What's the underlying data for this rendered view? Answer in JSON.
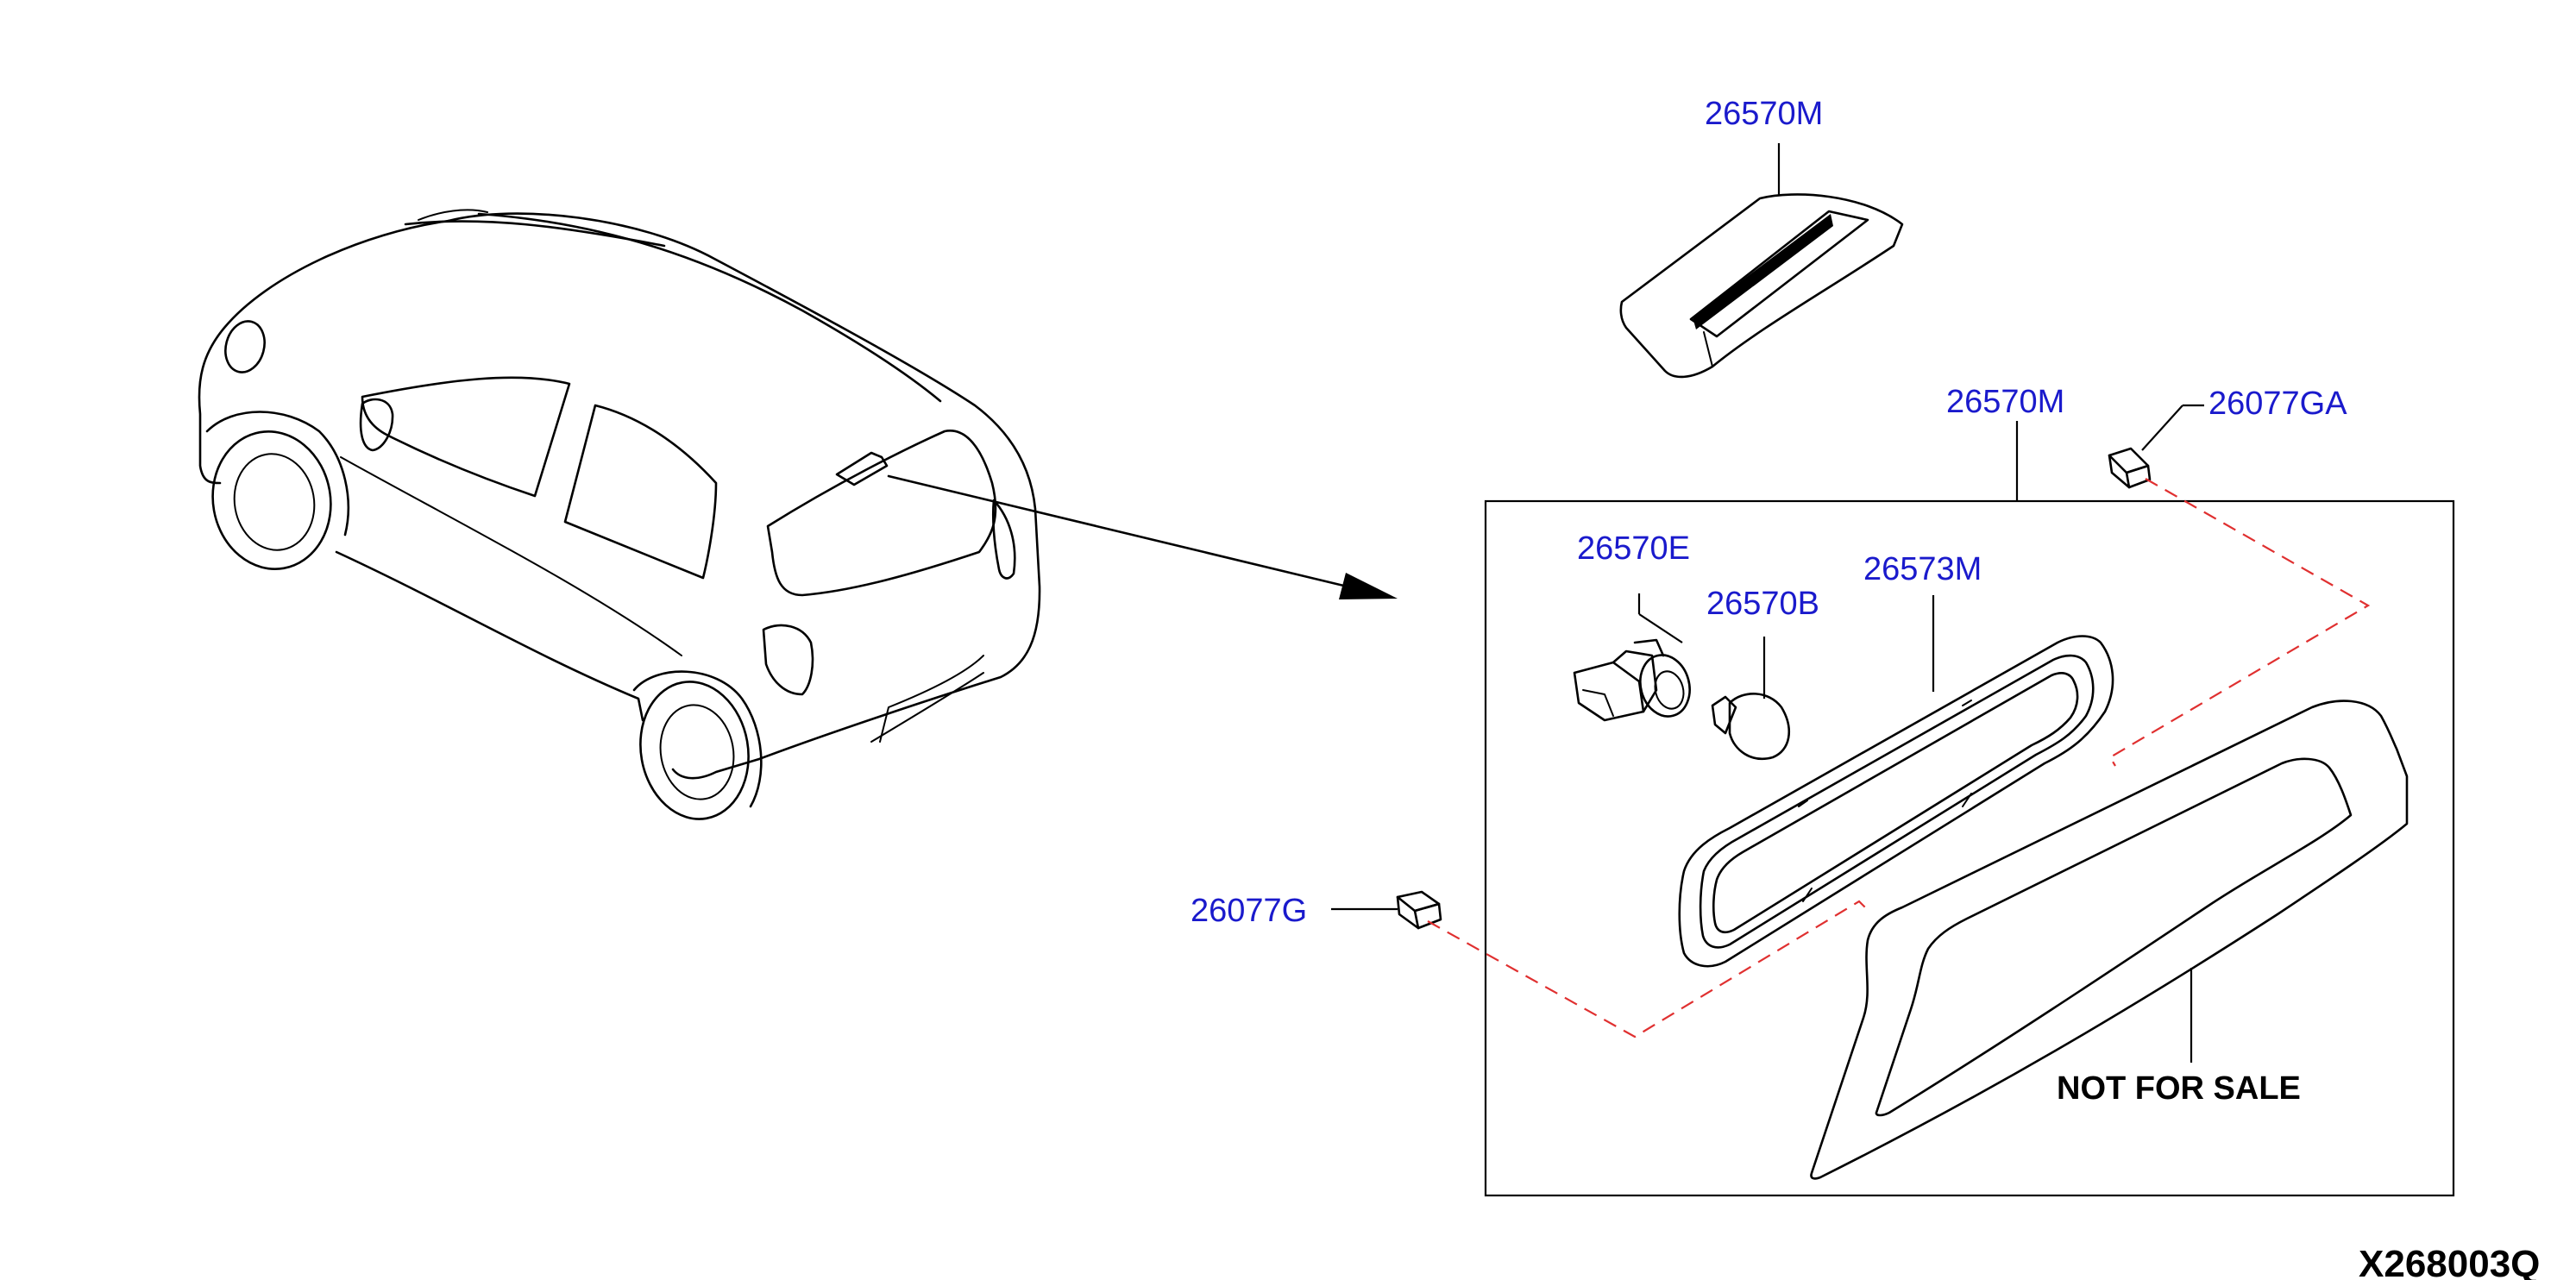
{
  "colors": {
    "part_number": "#1a1acc",
    "dashed_line": "#e03030",
    "line": "#000000",
    "background": "#ffffff"
  },
  "labels": {
    "cover_part": "26570M",
    "assembly_part": "26570M",
    "clip_upper": "26077GA",
    "socket": "26570E",
    "bulb": "26570B",
    "gasket": "26573M",
    "clip_lower": "26077G",
    "not_for_sale": "NOT FOR SALE",
    "diagram_code": "X268003Q"
  }
}
